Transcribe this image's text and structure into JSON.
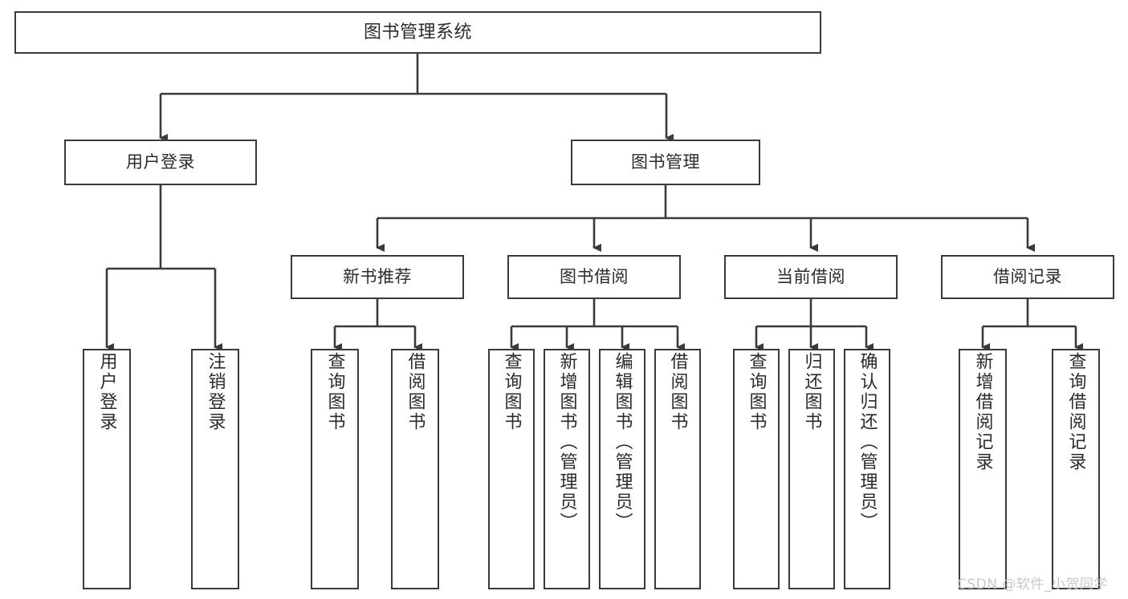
{
  "diagram": {
    "title": "图书管理系统",
    "type": "tree-hierarchy",
    "background_color": "#ffffff",
    "node_border_color": "#3a3a3a",
    "node_fill_color": "#ffffff",
    "text_color": "#2b2b2b",
    "edge_color": "#3a3a3a"
  },
  "root": {
    "label": "图书管理系统"
  },
  "level2": [
    {
      "label": "用户登录"
    },
    {
      "label": "图书管理"
    }
  ],
  "level3": [
    {
      "label": "新书推荐"
    },
    {
      "label": "图书借阅"
    },
    {
      "label": "当前借阅"
    },
    {
      "label": "借阅记录"
    }
  ],
  "leaves": {
    "user_login": [
      {
        "label": "用户登录"
      },
      {
        "label": "注销登录"
      }
    ],
    "new_book_recommend": [
      {
        "label": "查询图书"
      },
      {
        "label": "借阅图书"
      }
    ],
    "book_borrow": [
      {
        "label": "查询图书"
      },
      {
        "label": "新增图书（管理员）"
      },
      {
        "label": "编辑图书（管理员）"
      },
      {
        "label": "借阅图书"
      }
    ],
    "current_borrow": [
      {
        "label": "查询图书"
      },
      {
        "label": "归还图书"
      },
      {
        "label": "确认归还（管理员）"
      }
    ],
    "borrow_record": [
      {
        "label": "新增借阅记录"
      },
      {
        "label": "查询借阅记录"
      }
    ]
  },
  "watermark": {
    "text": "CSDN @软件_小贺同学"
  }
}
